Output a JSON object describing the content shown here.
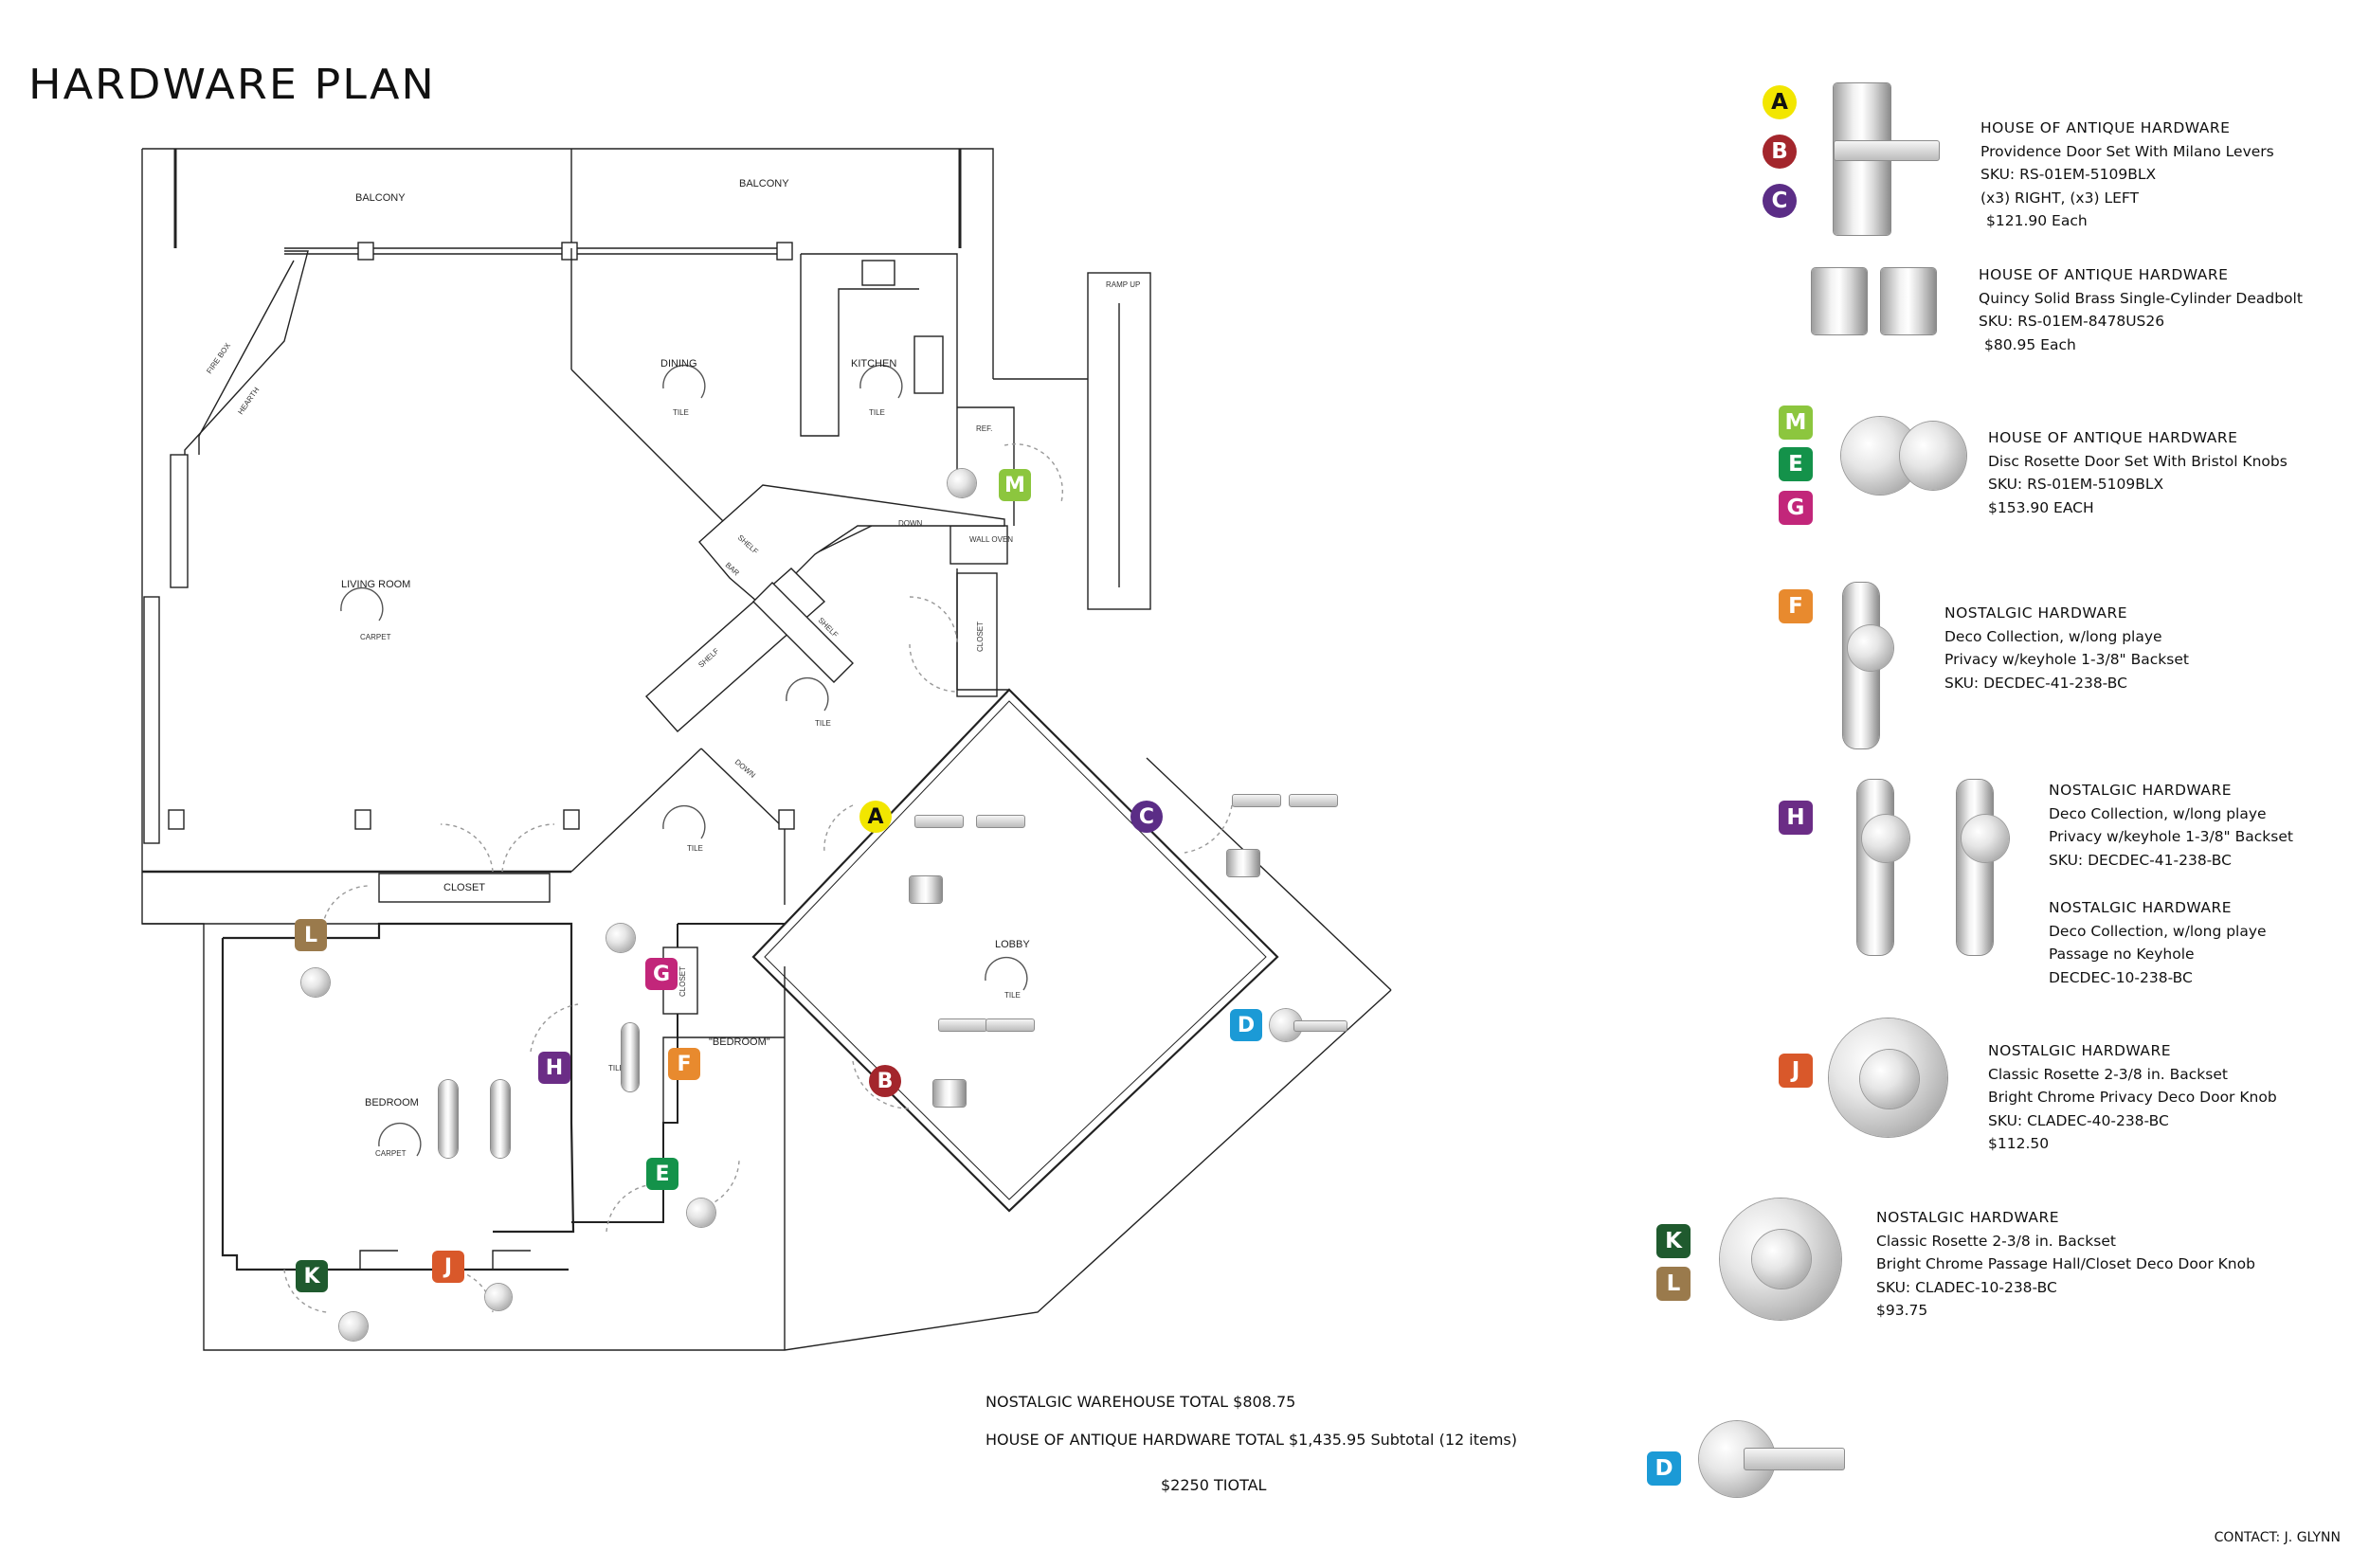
{
  "title": "HARDWARE PLAN",
  "rooms": {
    "balcony_left": "BALCONY",
    "balcony_right": "BALCONY",
    "fire_box": "FIRE BOX",
    "hearth": "HEARTH",
    "dining": "DINING",
    "dining_floor": "TILE",
    "kitchen": "KITCHEN",
    "kitchen_floor": "TILE",
    "ref": "REF.",
    "ramp": "RAMP UP",
    "living_room": "LIVING ROOM",
    "living_floor": "CARPET",
    "shelf_1": "SHELF",
    "bar": "BAR",
    "shelf_2": "SHELF",
    "shelf_3": "SHELF",
    "wall_oven": "WALL OVEN",
    "down_1": "DOWN",
    "down_2": "DOWN",
    "closet_1": "CLOSET",
    "hall_floor": "TILE",
    "closet_2": "CLOSET",
    "closet_3": "CLOSET",
    "tile_center": "TILE",
    "lobby": "LOBBY",
    "lobby_floor": "TILE",
    "bedroom_quote": "\"BEDROOM\"",
    "bath_floor": "TILE",
    "bedroom": "BEDROOM",
    "bedroom_floor": "CARPET"
  },
  "plan_markers": [
    {
      "letter": "A",
      "color": "#f2e600",
      "text_color": "#111111"
    },
    {
      "letter": "B",
      "color": "#a3262c",
      "text_color": "#ffffff"
    },
    {
      "letter": "C",
      "color": "#5b2d86",
      "text_color": "#ffffff"
    },
    {
      "letter": "D",
      "color": "#1b9ad6",
      "text_color": "#ffffff"
    },
    {
      "letter": "E",
      "color": "#14924a",
      "text_color": "#ffffff"
    },
    {
      "letter": "F",
      "color": "#e88a2e",
      "text_color": "#ffffff"
    },
    {
      "letter": "G",
      "color": "#c2267a",
      "text_color": "#ffffff"
    },
    {
      "letter": "H",
      "color": "#6b2d86",
      "text_color": "#ffffff"
    },
    {
      "letter": "J",
      "color": "#d9582a",
      "text_color": "#ffffff"
    },
    {
      "letter": "K",
      "color": "#1f5a2e",
      "text_color": "#ffffff"
    },
    {
      "letter": "L",
      "color": "#9a7a4c",
      "text_color": "#ffffff"
    },
    {
      "letter": "M",
      "color": "#8cc63e",
      "text_color": "#ffffff"
    }
  ],
  "legend": [
    {
      "letters": [
        "A",
        "B",
        "C"
      ],
      "vendor": "HOUSE OF ANTIQUE HARDWARE",
      "lines": [
        "Providence Door Set With Milano Levers",
        "SKU: RS-01EM-5109BLX",
        "(x3) RIGHT, (x3) LEFT",
        "$121.90 Each"
      ]
    },
    {
      "letters": [],
      "vendor": "HOUSE OF ANTIQUE HARDWARE",
      "lines": [
        "Quincy Solid Brass Single-Cylinder Deadbolt",
        "SKU: RS-01EM-8478US26",
        "$80.95 Each"
      ]
    },
    {
      "letters": [
        "M",
        "E",
        "G"
      ],
      "vendor": "HOUSE OF ANTIQUE HARDWARE",
      "lines": [
        "Disc Rosette Door Set With Bristol Knobs",
        "SKU: RS-01EM-5109BLX",
        "$153.90 EACH"
      ]
    },
    {
      "letters": [
        "F"
      ],
      "vendor": "NOSTALGIC HARDWARE",
      "lines": [
        "Deco Collection, w/long playe",
        "Privacy w/keyhole 1-3/8\" Backset",
        "SKU: DECDEC-41-238-BC"
      ]
    },
    {
      "letters": [
        "H"
      ],
      "vendor": "NOSTALGIC HARDWARE",
      "lines": [
        "Deco Collection, w/long playe",
        "Privacy w/keyhole 1-3/8\" Backset",
        "SKU: DECDEC-41-238-BC"
      ]
    },
    {
      "letters": [],
      "vendor": "NOSTALGIC HARDWARE",
      "lines": [
        "Deco Collection, w/long playe",
        "Passage no Keyhole",
        "DECDEC-10-238-BC"
      ]
    },
    {
      "letters": [
        "J"
      ],
      "vendor": "NOSTALGIC HARDWARE",
      "lines": [
        "Classic Rosette 2-3/8 in. Backset",
        "Bright Chrome Privacy Deco Door Knob",
        "SKU: CLADEC-40-238-BC",
        "$112.50"
      ]
    },
    {
      "letters": [
        "K",
        "L"
      ],
      "vendor": "NOSTALGIC HARDWARE",
      "lines": [
        "Classic Rosette 2-3/8 in. Backset",
        "Bright Chrome Passage Hall/Closet Deco Door Knob",
        "SKU: CLADEC-10-238-BC",
        "$93.75"
      ]
    },
    {
      "letters": [
        "D"
      ],
      "vendor": "",
      "lines": []
    }
  ],
  "totals": {
    "nostalgic": "NOSTALGIC WAREHOUSE TOTAL $808.75",
    "house": "HOUSE OF ANTIQUE HARDWARE TOTAL $1,435.95 Subtotal (12 items)",
    "grand": "$2250 TIOTAL"
  },
  "contact": "CONTACT: J. GLYNN"
}
